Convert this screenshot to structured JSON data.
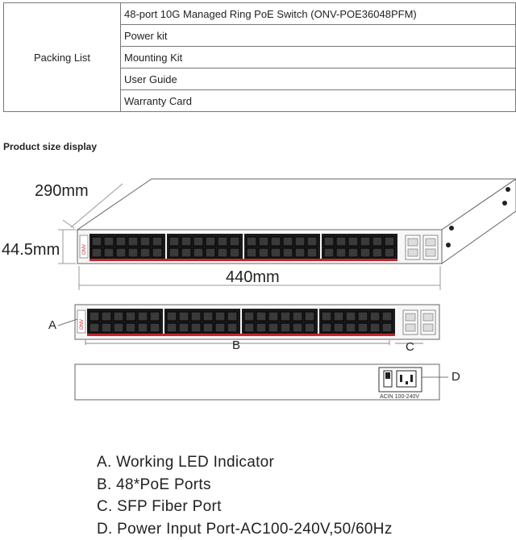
{
  "packing_list": {
    "label": "Packing List",
    "items": [
      "48-port 10G Managed Ring PoE Switch (ONV-POE36048PFM)",
      "Power kit",
      "Mounting Kit",
      "User Guide",
      "Warranty Card"
    ]
  },
  "section_title": "Product size display",
  "dimensions": {
    "depth": "290mm",
    "height": "44.5mm",
    "width": "440mm"
  },
  "callouts": {
    "a": "A",
    "b": "B",
    "c": "C",
    "d": "D"
  },
  "power_label": "ACIN 100-240V",
  "brand": "ONV",
  "legend": [
    "A. Working LED Indicator",
    "B. 48*PoE Ports",
    "C. SFP Fiber Port",
    "D. Power Input Port-AC100-240V,50/60Hz"
  ],
  "colors": {
    "port_stripe": "#c0282d",
    "port_black": "#1a1a1a",
    "outline": "#555555"
  }
}
